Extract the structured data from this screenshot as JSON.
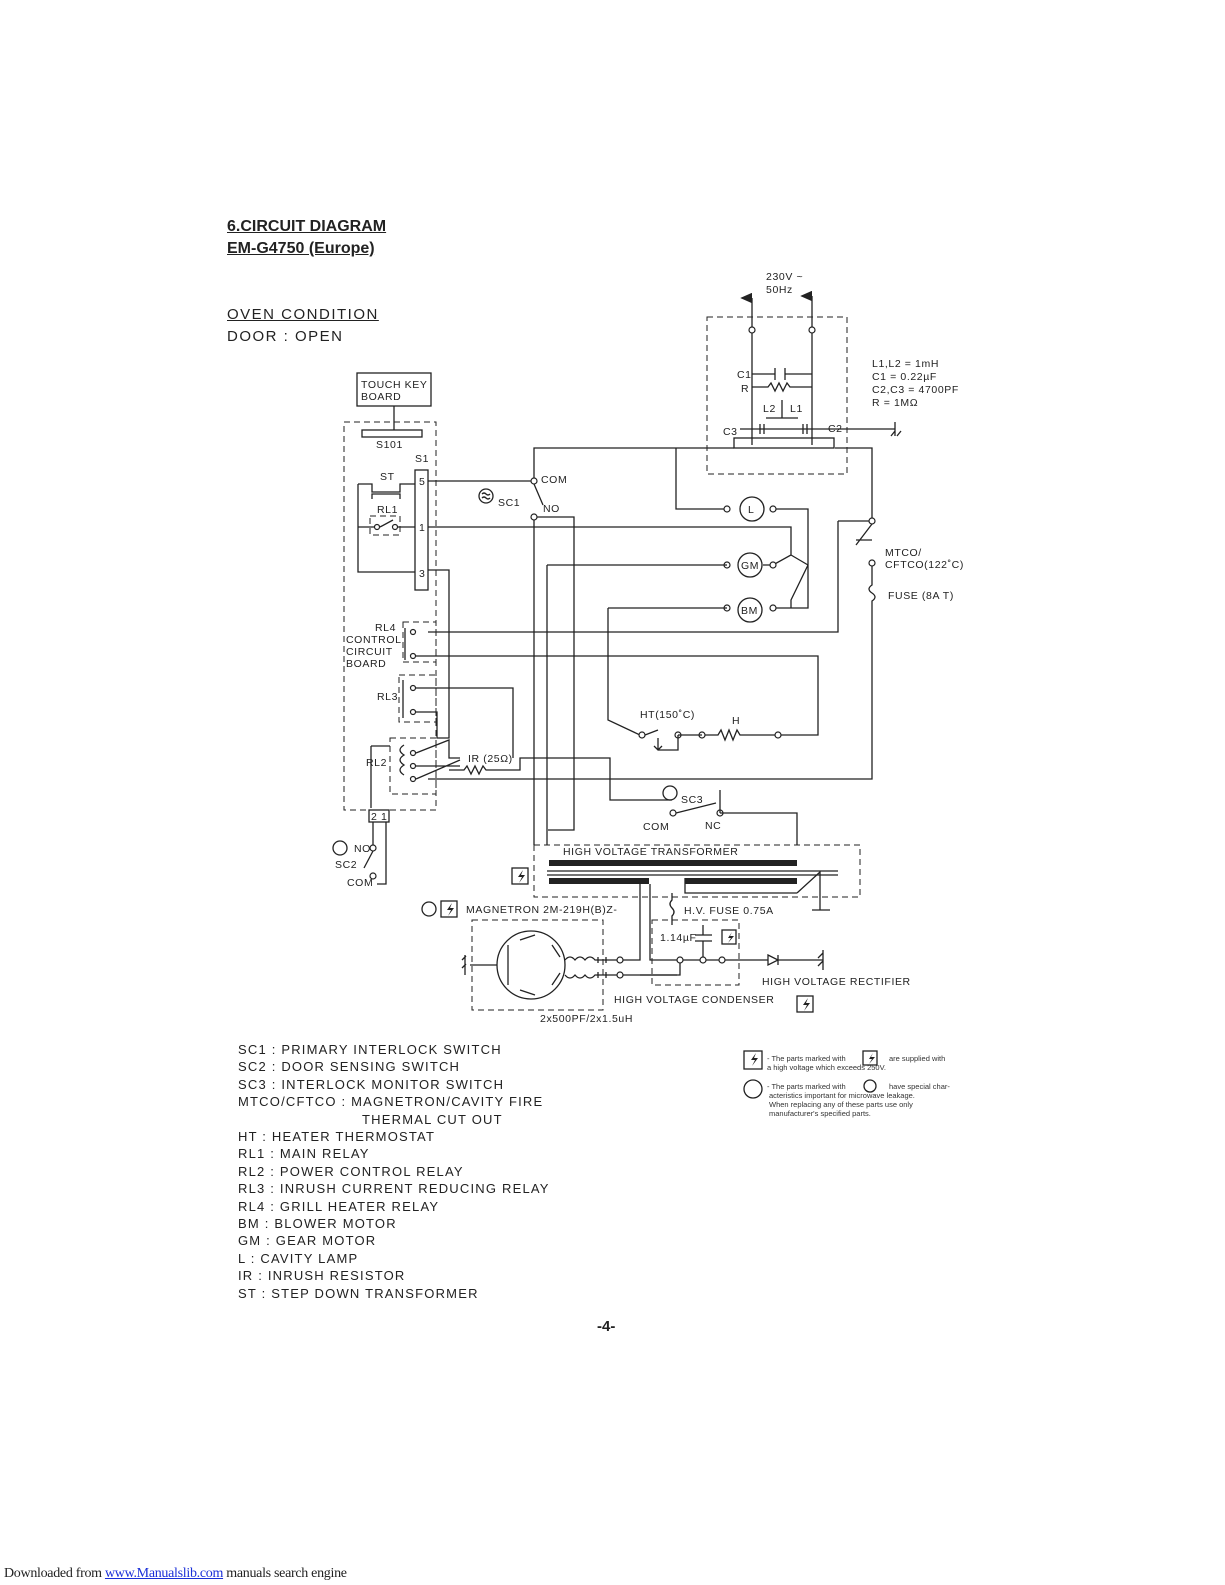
{
  "header": {
    "section_title": "6.CIRCUIT DIAGRAM",
    "model_title": "EM-G4750 (Europe)",
    "condition_title": "OVEN CONDITION",
    "door_state": "DOOR : OPEN"
  },
  "diagram": {
    "power": [
      "230V ~",
      "50Hz"
    ],
    "filter_specs": [
      "L1,L2 = 1mH",
      "C1 = 0.22µF",
      "C2,C3 = 4700PF",
      "R = 1MΩ"
    ],
    "filter_labels": {
      "c1": "C1",
      "r": "R",
      "l2": "L2",
      "l1": "L1",
      "c3": "C3",
      "c2": "C2"
    },
    "touch_key_board": [
      "TOUCH KEY",
      "BOARD"
    ],
    "s101": "S101",
    "s1": "S1",
    "st": "ST",
    "rl1": "RL1",
    "pins": {
      "p5": "5",
      "p1": "1",
      "p3": "3"
    },
    "sc1": "SC1",
    "com": "COM",
    "no": "NO",
    "lamp": "L",
    "gm": "GM",
    "bm": "BM",
    "mtco": [
      "MTCO/",
      "CFTCO(122˚C)"
    ],
    "fuse": "FUSE (8A T)",
    "rl4": "RL4",
    "control_board": [
      "CONTROL",
      "CIRCUIT",
      "BOARD"
    ],
    "rl3": "RL3",
    "rl2": "RL2",
    "ir": "IR (25Ω)",
    "ht": "HT(150˚C)",
    "h": "H",
    "sc3": "SC3",
    "sc3_com": "COM",
    "sc3_nc": "NC",
    "connector": "2  1",
    "sc2": "SC2",
    "sc2_no": "NO",
    "sc2_com": "COM",
    "hv_transformer": "HIGH VOLTAGE TRANSFORMER",
    "magnetron": "MAGNETRON 2M-219H(B)Z-",
    "hv_fuse": "H.V. FUSE 0.75A",
    "capacitor": "1.14µF",
    "hv_rectifier": "HIGH VOLTAGE RECTIFIER",
    "hv_condenser": "HIGH VOLTAGE CONDENSER",
    "mag_filter": "2x500PF/2x1.5uH"
  },
  "legend": [
    "SC1 :   PRIMARY INTERLOCK SWITCH",
    "SC2 :   DOOR SENSING SWITCH",
    "SC3 :   INTERLOCK MONITOR SWITCH",
    "MTCO/CFTCO  :   MAGNETRON/CAVITY FIRE",
    "THERMAL CUT OUT",
    "HT   :  HEATER THERMOSTAT",
    "RL1 :   MAIN RELAY",
    "RL2 :   POWER CONTROL RELAY",
    "RL3 :   INRUSH CURRENT REDUCING RELAY",
    "RL4 :   GRILL HEATER RELAY",
    "BM   :   BLOWER MOTOR",
    "GM   :   GEAR MOTOR",
    "L      :   CAVITY LAMP",
    "IR     :   INRUSH RESISTOR",
    "ST    :   STEP DOWN TRANSFORMER"
  ],
  "notes": {
    "hv_note": [
      "- The parts marked with",
      "are supplied with",
      "a high voltage which exceeds 250V."
    ],
    "mw_note": [
      "- The parts marked with",
      "have special char-",
      "acteristics important for microwave leakage.",
      "When replacing any of these parts use only",
      "manufacturer's specified parts."
    ]
  },
  "page_number": "-4-",
  "footer": {
    "prefix": "Downloaded from ",
    "link": "www.Manualslib.com",
    "suffix": "  manuals search engine"
  }
}
